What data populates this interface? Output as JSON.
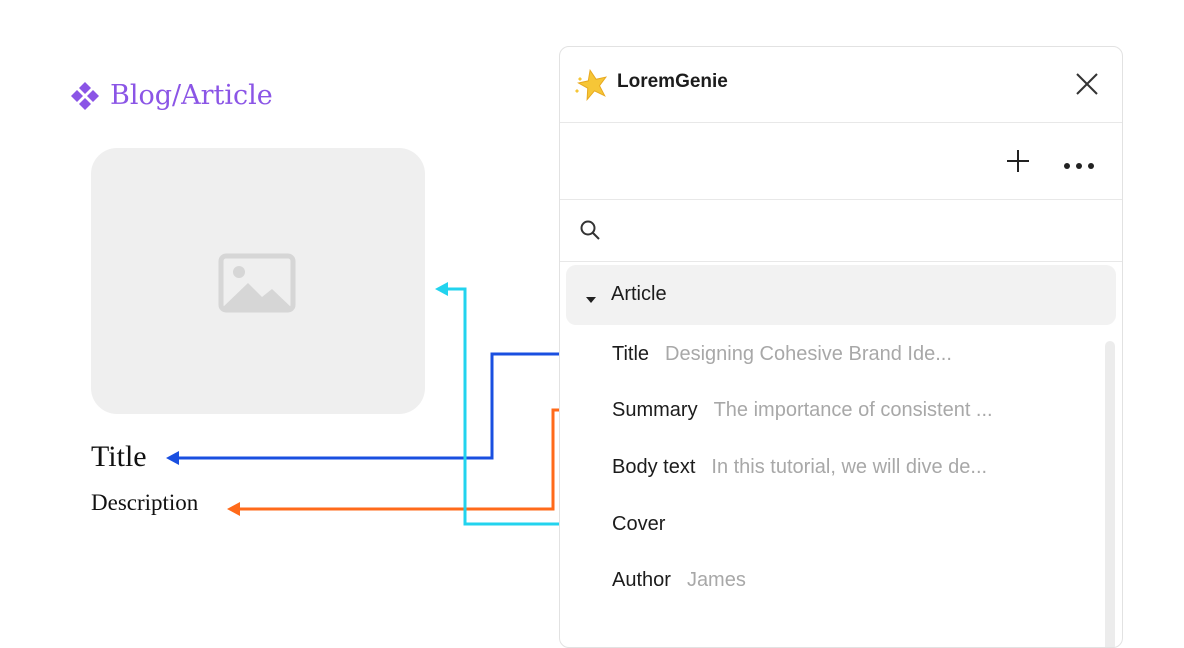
{
  "preview": {
    "component_label": "Blog/Article",
    "title": "Title",
    "description": "Description"
  },
  "panel": {
    "app_name": "LoremGenie",
    "search": {
      "value": "",
      "placeholder": ""
    },
    "group": {
      "label": "Article",
      "expanded": true
    },
    "fields": [
      {
        "name": "Title",
        "value": "Designing Cohesive Brand Ide..."
      },
      {
        "name": "Summary",
        "value": "The importance of consistent ..."
      },
      {
        "name": "Body text",
        "value": "In this tutorial, we will dive de..."
      },
      {
        "name": "Cover",
        "value": ""
      },
      {
        "name": "Author",
        "value": "James"
      }
    ]
  },
  "icons": {
    "component": "component-diamond-icon",
    "image_placeholder": "image-icon",
    "logo": "star-logo-icon",
    "close": "close-icon",
    "add": "plus-icon",
    "more": "more-dots-icon",
    "search": "search-icon",
    "caret": "caret-down-icon"
  },
  "colors": {
    "component_purple": "#8b55e6",
    "arrow_title": "#1a4fe0",
    "arrow_description": "#ff6a1a",
    "arrow_cover": "#22d3ee"
  }
}
